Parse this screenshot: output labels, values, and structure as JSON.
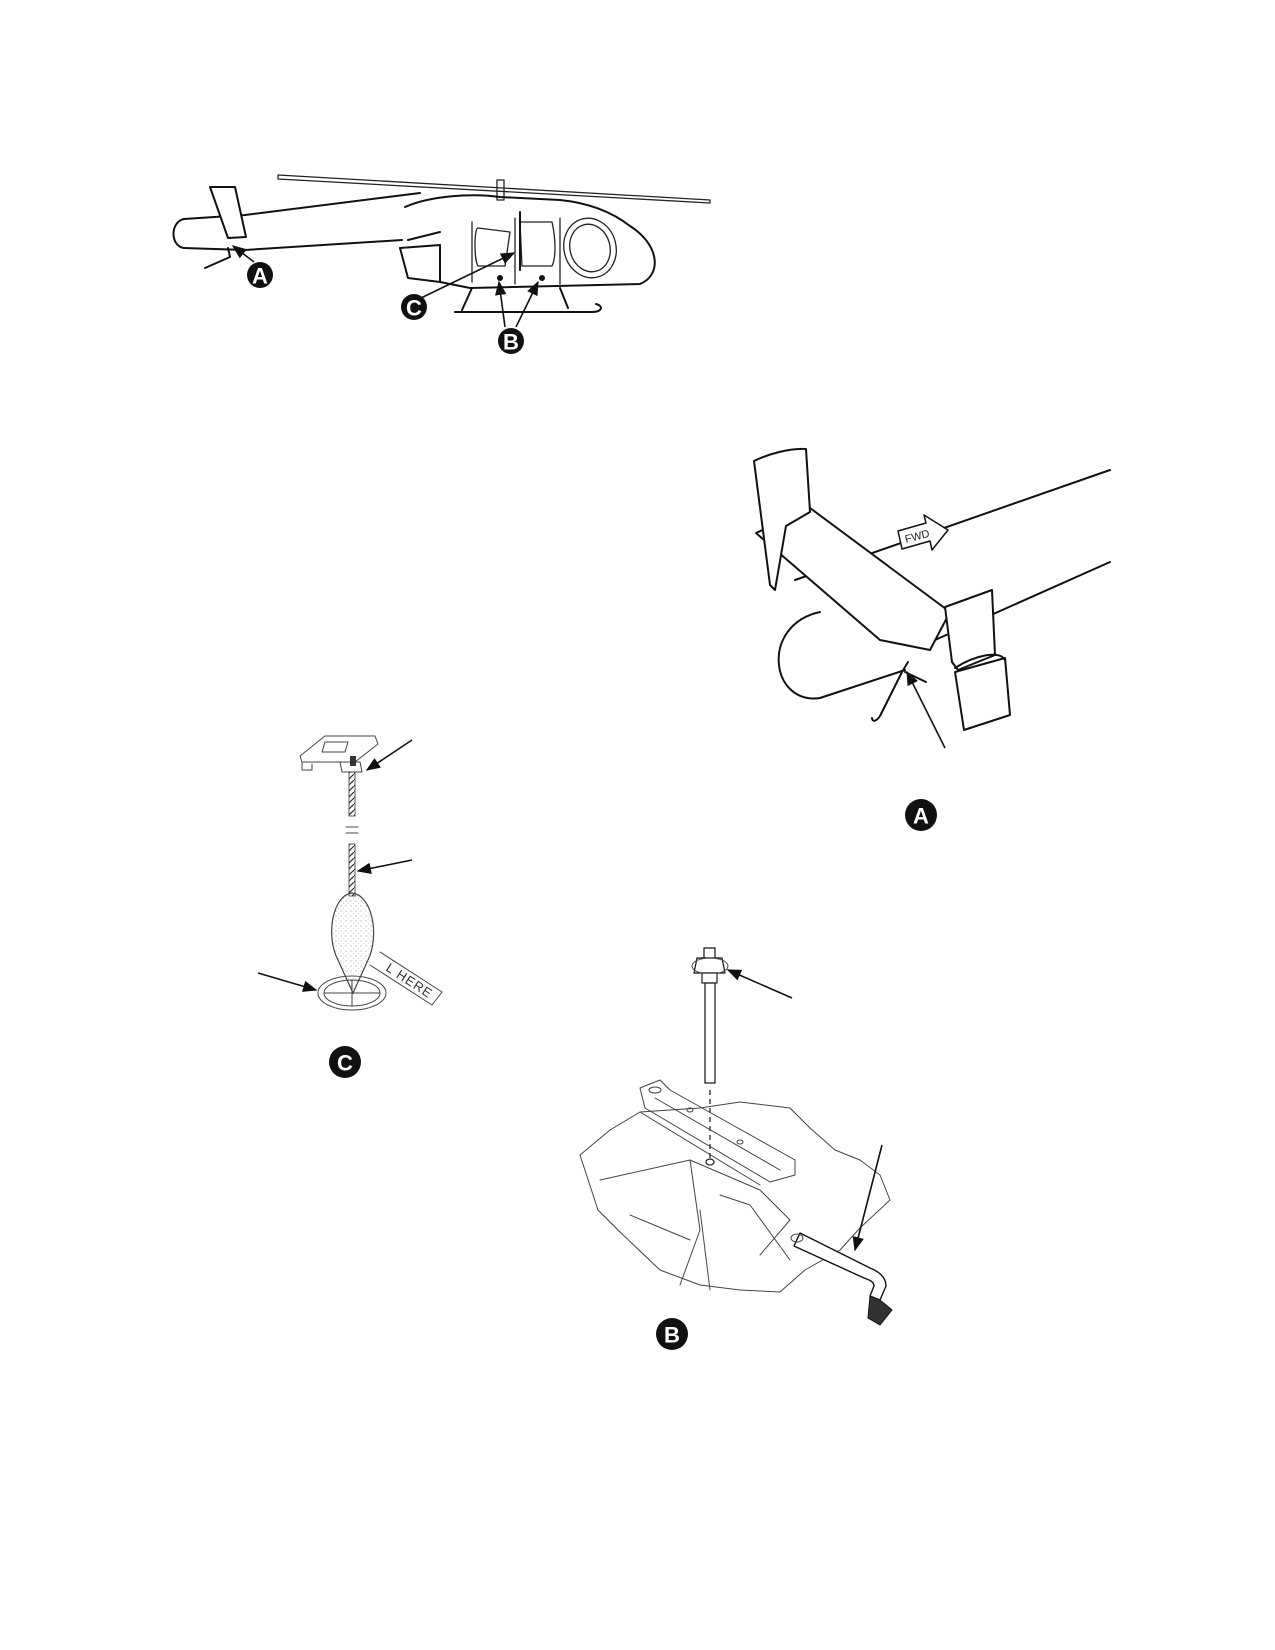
{
  "labels": {
    "a": "A",
    "b": "B",
    "c": "C"
  },
  "tail_detail": {
    "fwd_arrow_text": "FWD"
  },
  "plumb_bob_detail": {
    "target_stencil_text": "L HERE"
  }
}
